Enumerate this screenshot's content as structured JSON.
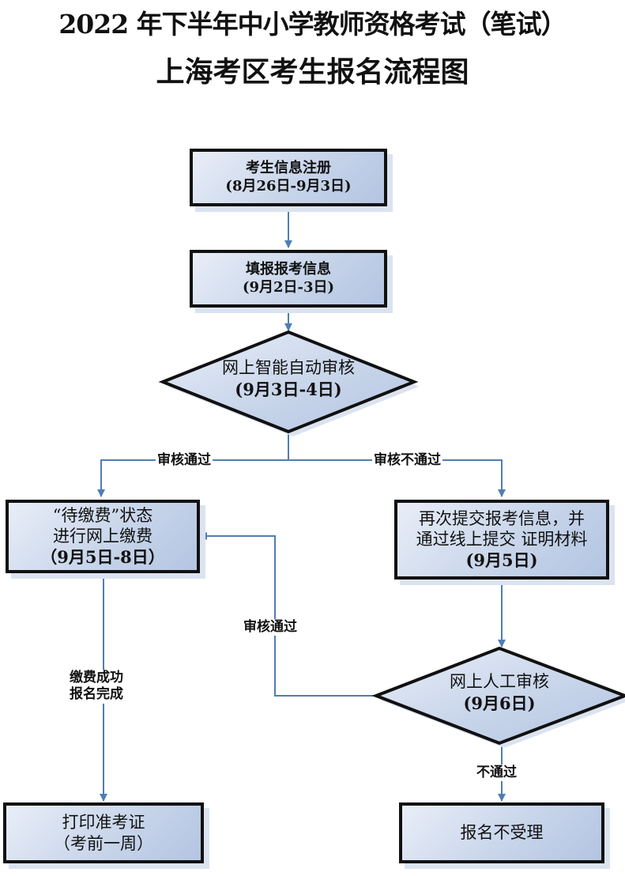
{
  "title": {
    "line1": "2022 年下半年中小学教师资格考试（笔试）",
    "line2": "上海考区考生报名流程图"
  },
  "colors": {
    "node_fill": "#c8d5ea",
    "node_border": "#111111",
    "connector": "#4f7eb4",
    "shadow": "#dbe3f1"
  },
  "nodes": {
    "register": {
      "label": "考生信息注册",
      "date": "(8月26日-9月3日)"
    },
    "fill_info": {
      "label": "填报报考信息",
      "date": "(9月2日-3日)"
    },
    "auto_review": {
      "label": "网上智能自动审核",
      "date": "(9月3日-4日)"
    },
    "pay": {
      "line1": "“待缴费”状态",
      "line2": "进行网上缴费",
      "date": "（9月5日-8日）"
    },
    "resubmit": {
      "line1": "再次提交报考信息，并",
      "line2": "通过线上提交 证明材料",
      "date": "(9月5日)"
    },
    "manual_review": {
      "label": "网上人工审核",
      "date": "(9月6日)"
    },
    "print_ticket": {
      "label": "打印准考证",
      "date": "（考前一周）"
    },
    "rejected": {
      "label": "报名不受理"
    }
  },
  "edges": {
    "auto_pass": "审核通过",
    "auto_fail": "审核不通过",
    "manual_pass": "审核通过",
    "manual_fail": "不通过",
    "pay_done_line1": "缴费成功",
    "pay_done_line2": "报名完成"
  }
}
